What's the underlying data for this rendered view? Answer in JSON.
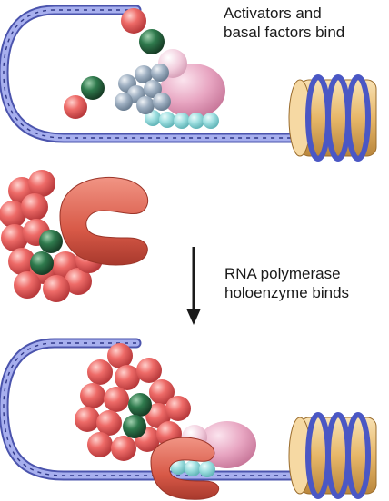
{
  "labels": {
    "step1": {
      "line1": "Activators and",
      "line2": "basal factors bind"
    },
    "step2": {
      "line1": "RNA polymerase",
      "line2": "holoenzyme binds"
    }
  },
  "colors": {
    "dna_backbone": "#5b63b8",
    "dna_fill": "#9aa3e6",
    "histone": "#e9b86a",
    "histone_band": "#5b68c8",
    "activator_red": "#e45b5b",
    "activator_green": "#2f6b45",
    "basal_blue": "#8fa3b8",
    "basal_cyan": "#8fd6d8",
    "basal_pink": "#e8a3c0",
    "polymerase": "#d95a4a",
    "arrow": "#1a1a1a"
  },
  "icons": {
    "arrow": "down-arrow-icon"
  }
}
